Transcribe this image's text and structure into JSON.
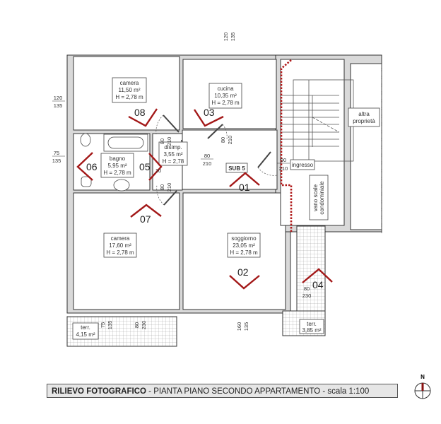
{
  "rooms": [
    {
      "name": "camera",
      "area": "11,50 m²",
      "height": "H = 2,78 m"
    },
    {
      "name": "cucina",
      "area": "10,35 m²",
      "height": "H = 2,78 m"
    },
    {
      "name": "bagno",
      "area": "5,95 m²",
      "height": "H = 2,78 m"
    },
    {
      "name": "disimp.",
      "area": "3,55 m²",
      "height": "H = 2,78"
    },
    {
      "name": "camera",
      "area": "17,60 m²",
      "height": "H = 2,78 m"
    },
    {
      "name": "soggiorno",
      "area": "23,05 m²",
      "height": "H = 2,78 m"
    },
    {
      "name": "terr.",
      "area": "4,15 m²"
    },
    {
      "name": "terr.",
      "area": "3,85 m²"
    }
  ],
  "labels": {
    "ingresso": "ingresso",
    "vano_scale_1": "vano scale",
    "vano_scale_2": "condominiale",
    "altra_1": "altra",
    "altra_2": "proprietà",
    "sub": "SUB 5"
  },
  "markers": [
    "08",
    "03",
    "06",
    "05",
    "01",
    "07",
    "02",
    "04"
  ],
  "dims": [
    {
      "w": "120",
      "h": "135"
    },
    {
      "w": "75",
      "h": "135"
    },
    {
      "w": "80",
      "h": "210"
    },
    {
      "w": "80",
      "h": "210"
    },
    {
      "w": "80",
      "h": "210"
    },
    {
      "w": "90",
      "h": "210"
    },
    {
      "w": "80",
      "h": "210"
    },
    {
      "w": "75",
      "h": "135"
    },
    {
      "w": "80",
      "h": "230"
    },
    {
      "w": "160",
      "h": "135"
    },
    {
      "w": "120",
      "h": "135"
    },
    {
      "w": "80",
      "h": "230"
    }
  ],
  "partial_dim": "10",
  "title": {
    "bold": "RILIEVO FOTOGRAFICO",
    "rest": " - PIANTA PIANO SECONDO  APPARTAMENTO - scala 1:100"
  },
  "north": "N",
  "colors": {
    "marker": "#a31818",
    "wall": "#d9d9d9"
  }
}
